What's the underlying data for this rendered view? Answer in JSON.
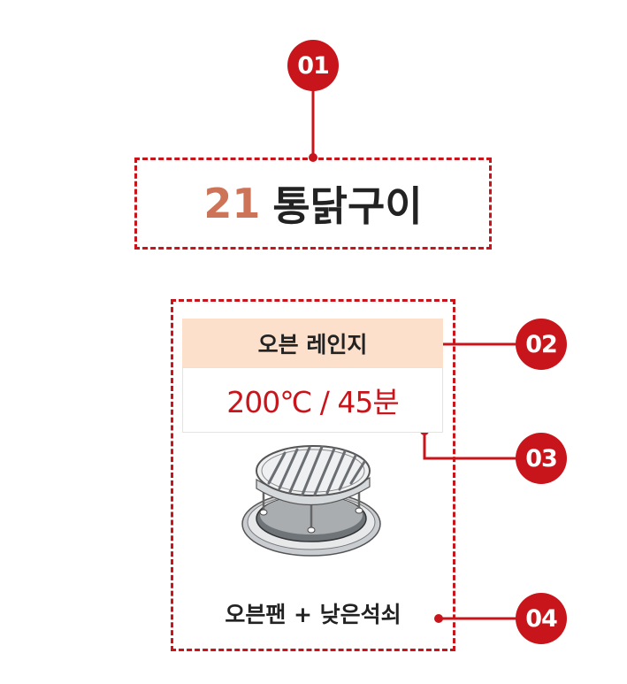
{
  "badges": [
    "01",
    "02",
    "03",
    "04"
  ],
  "recipe": {
    "number": "21",
    "name": "통닭구이"
  },
  "cooking": {
    "mode": "오븐 레인지",
    "setting": "200℃ / 45분"
  },
  "accessory": {
    "label": "오븐팬 + 낮은석쇠"
  },
  "icons": {
    "accessory_image": "oven-pan-with-low-rack-icon"
  },
  "colors": {
    "accent": "#c8151b",
    "number": "#cc7358",
    "mode_band": "#fde0cc"
  }
}
